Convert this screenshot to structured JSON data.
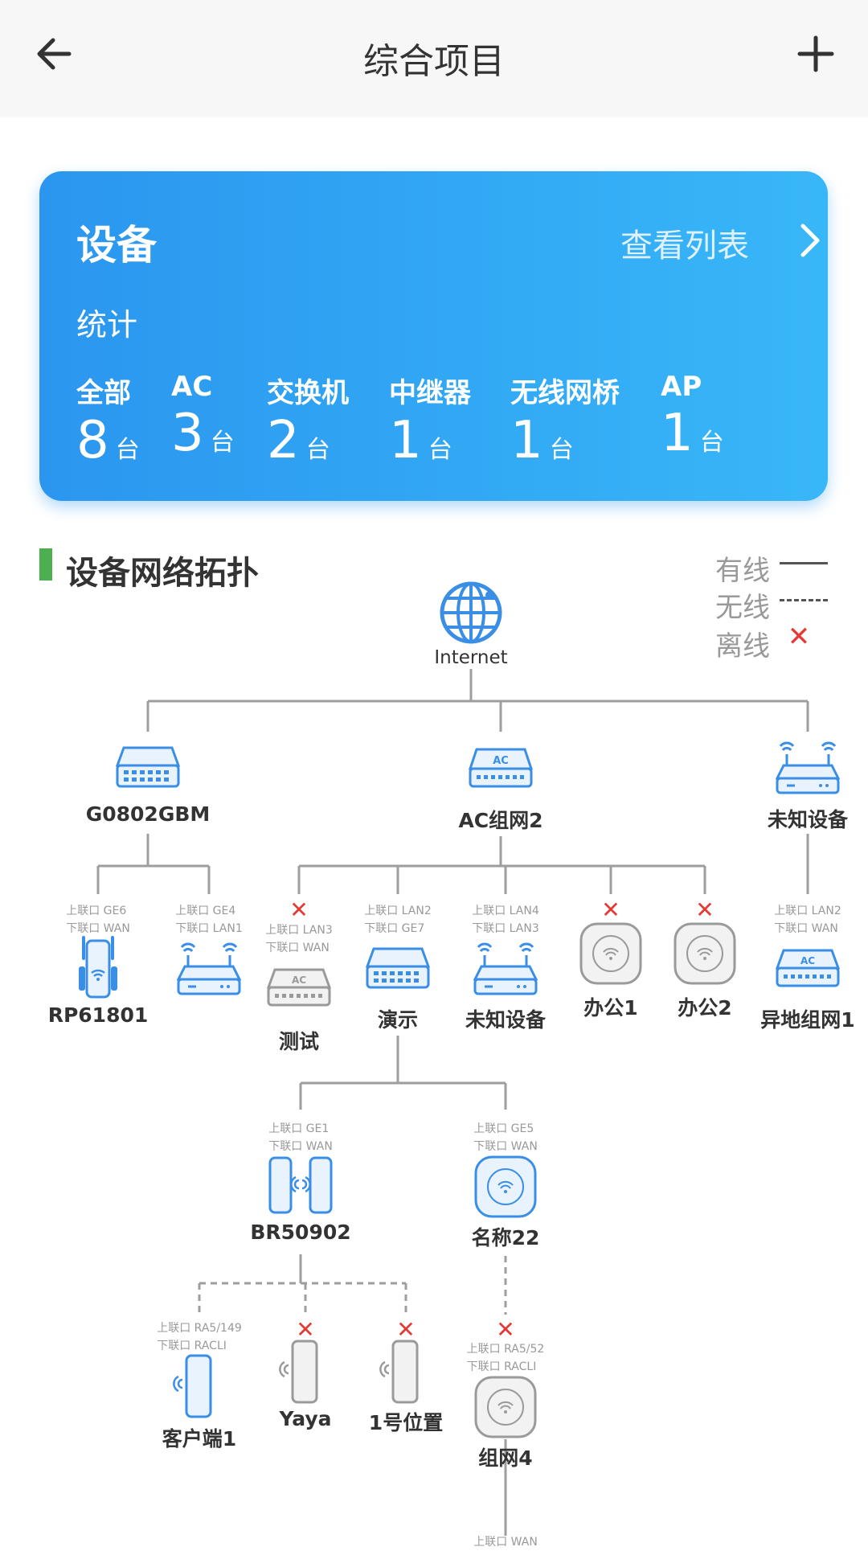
{
  "header": {
    "title": "综合项目",
    "back_icon": "arrow-left-icon",
    "add_icon": "plus-icon"
  },
  "device_card": {
    "title": "设备",
    "view_list": "查看列表",
    "subtitle": "统计",
    "unit": "台",
    "stats": [
      {
        "label": "全部",
        "value": "8"
      },
      {
        "label": "AC",
        "value": "3"
      },
      {
        "label": "交换机",
        "value": "2"
      },
      {
        "label": "中继器",
        "value": "1"
      },
      {
        "label": "无线网桥",
        "value": "1"
      },
      {
        "label": "AP",
        "value": "1"
      }
    ],
    "gradient": [
      "#2b96ef",
      "#38b7f8"
    ]
  },
  "topology": {
    "title": "设备网络拓扑",
    "legend": {
      "wired": "有线",
      "wireless": "无线",
      "offline": "离线",
      "offline_symbol": "✕"
    },
    "internet": "Internet",
    "nodes": {
      "g0802": {
        "name": "G0802GBM"
      },
      "ac2": {
        "name": "AC组网2"
      },
      "unknown_top": {
        "name": "未知设备"
      },
      "rp61801": {
        "name": "RP61801",
        "up": "上联口 GE6",
        "down": "下联口 WAN"
      },
      "router_noname": {
        "name": "",
        "up": "上联口 GE4",
        "down": "下联口 LAN1"
      },
      "test": {
        "name": "测试",
        "up": "上联口 LAN3",
        "down": "下联口 WAN"
      },
      "demo": {
        "name": "演示",
        "up": "上联口 LAN2",
        "down": "下联口 GE7"
      },
      "unknown_mid": {
        "name": "未知设备",
        "up": "上联口 LAN4",
        "down": "下联口 LAN3"
      },
      "office1": {
        "name": "办公1"
      },
      "office2": {
        "name": "办公2"
      },
      "remote": {
        "name": "异地组网1",
        "up": "上联口 LAN2",
        "down": "下联口 WAN"
      },
      "br50902": {
        "name": "BR50902",
        "up": "上联口 GE1",
        "down": "下联口 WAN"
      },
      "name22": {
        "name": "名称22",
        "up": "上联口 GE5",
        "down": "下联口 WAN"
      },
      "client1": {
        "name": "客户端1",
        "up": "上联口 RA5/149",
        "down": "下联口 RACLI"
      },
      "yaya": {
        "name": "Yaya"
      },
      "pos1": {
        "name": "1号位置"
      },
      "mesh4": {
        "name": "组网4",
        "up": "上联口 RA5/52",
        "down": "下联口 RACLI"
      },
      "bottom": {
        "down": "上联口 WAN"
      }
    },
    "colors": {
      "device_blue": "#3a8ee6",
      "offline_gray": "#9a9a9a",
      "offline_red": "#e53935",
      "line_gray": "#9e9e9e",
      "section_green": "#4caf50"
    }
  }
}
